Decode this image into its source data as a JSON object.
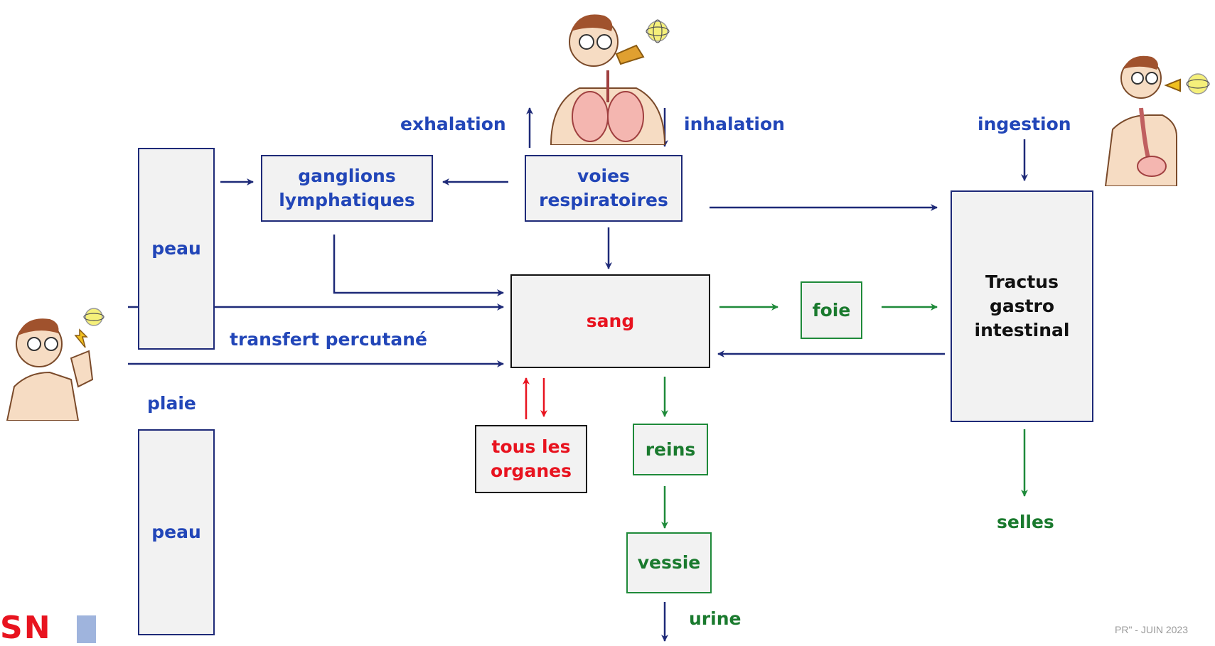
{
  "boxes": {
    "peau_top": "peau",
    "peau_bottom": "peau",
    "ganglions": "ganglions lymphatiques",
    "voies": "voies respiratoires",
    "sang": "sang",
    "foie": "foie",
    "tractus": "Tractus gastro intestinal",
    "tous_les_organes": "tous les organes",
    "reins": "reins",
    "vessie": "vessie"
  },
  "labels": {
    "exhalation": "exhalation",
    "inhalation": "inhalation",
    "ingestion": "ingestion",
    "transfert": "transfert percutané",
    "plaie": "plaie",
    "selles": "selles",
    "urine": "urine"
  },
  "logo_text": "SN",
  "footer_text": "PR\" - JUIN 2023",
  "colors": {
    "navy": "#1e2a78",
    "blue_text": "#2246b8",
    "green": "#1f8a3a",
    "red": "#e8131f"
  },
  "illustrations": [
    "person-inhaling-illustration",
    "person-ingesting-illustration",
    "person-wound-illustration"
  ]
}
